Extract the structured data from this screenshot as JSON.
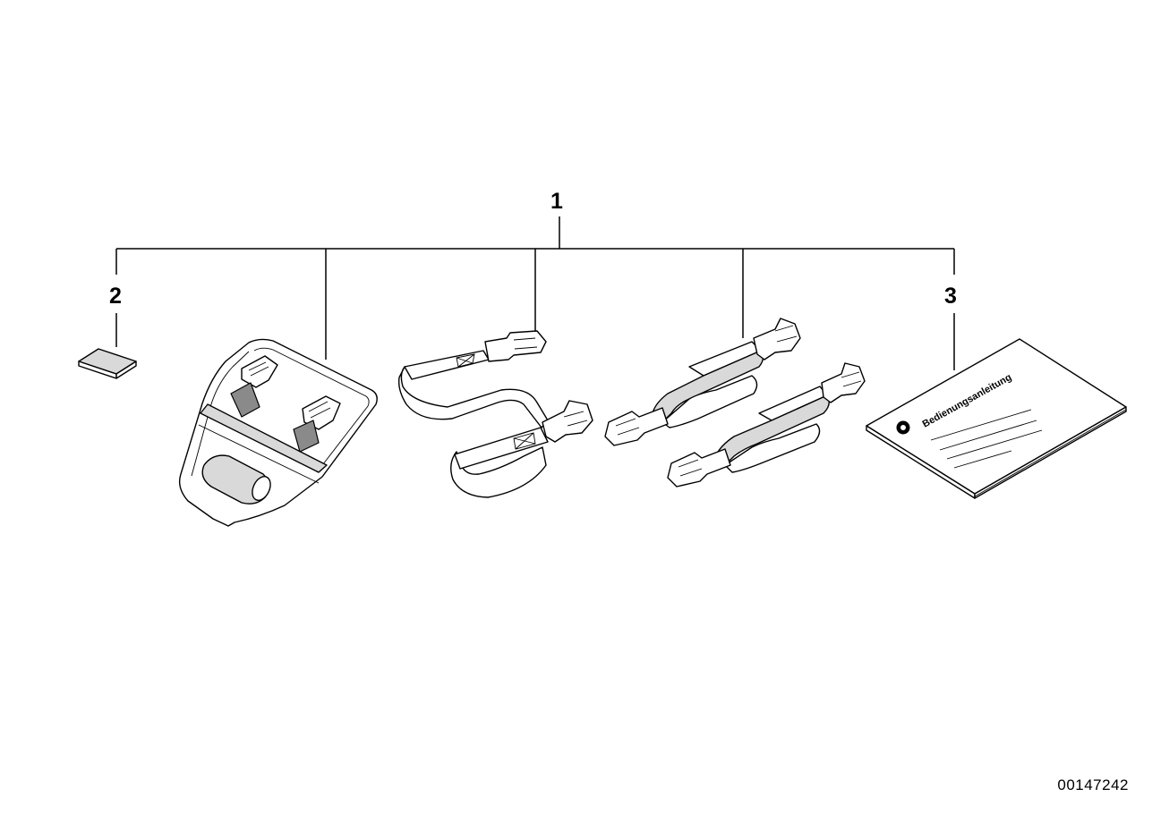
{
  "callouts": [
    {
      "id": "1",
      "label": "1"
    },
    {
      "id": "2",
      "label": "2"
    },
    {
      "id": "3",
      "label": "3"
    }
  ],
  "manual_title": "Bedienungsanleitung",
  "document_number": "00147242"
}
